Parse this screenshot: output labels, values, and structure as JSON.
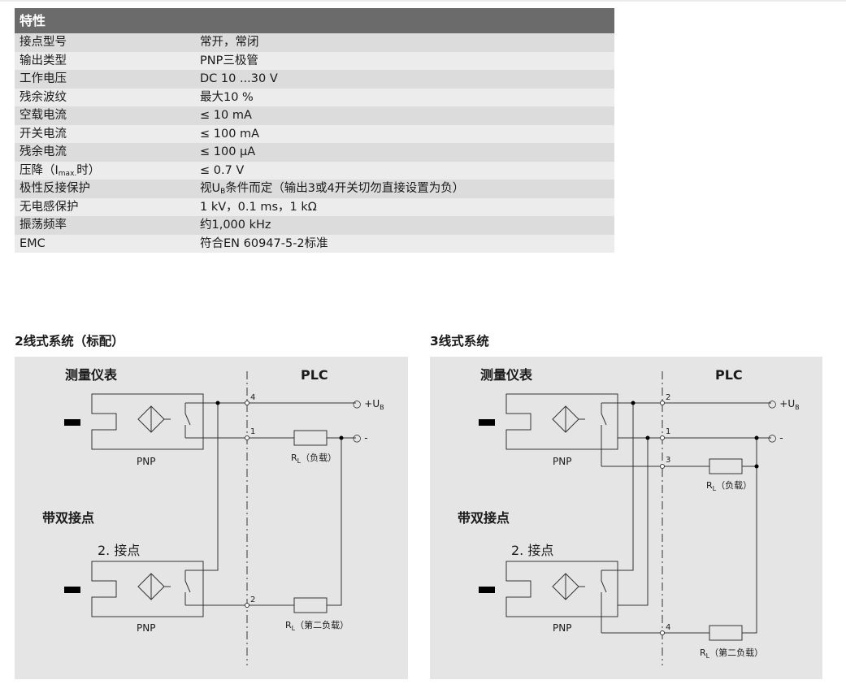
{
  "spec_table": {
    "title": "特性",
    "rows": [
      {
        "key": "接点型号",
        "value": "常开，常闭"
      },
      {
        "key": "输出类型",
        "value": "PNP三极管"
      },
      {
        "key": "工作电压",
        "value": "DC 10 ...30 V"
      },
      {
        "key": "残余波纹",
        "value": "最大10 %"
      },
      {
        "key": "空载电流",
        "value": "≤ 10 mA"
      },
      {
        "key": "开关电流",
        "value": "≤ 100 mA"
      },
      {
        "key": "残余电流",
        "value": "≤ 100 µA"
      },
      {
        "key_pre": "压降（I",
        "key_sub": "max.",
        "key_post": "时）",
        "value": "≤ 0.7 V"
      },
      {
        "key": "极性反接保护",
        "value_pre": "视U",
        "value_sub": "B",
        "value_post": "条件而定（输出3或4开关切勿直接设置为负）"
      },
      {
        "key": "无电感保护",
        "value": "1 kV，0.1 ms，1 kΩ"
      },
      {
        "key": "振荡频率",
        "value": "约1,000 kHz"
      },
      {
        "key": "EMC",
        "value": "符合EN 60947-5-2标准"
      }
    ]
  },
  "diagram_2wire": {
    "title": "2线式系统（标配）",
    "device_label": "测量仪表",
    "plc_label": "PLC",
    "dual_contact_label": "带双接点",
    "contact2_label": "2. 接点",
    "pnp_label": "PNP",
    "terminals": [
      "4",
      "1",
      "2"
    ],
    "plus_pre": "○ +U",
    "plus_sub": "B",
    "minus_label": "○ -",
    "load_pre": "R",
    "load_sub": "L",
    "load_post": "（负载）",
    "load2_post": "（第二负载）"
  },
  "diagram_3wire": {
    "title": "3线式系统",
    "device_label": "测量仪表",
    "plc_label": "PLC",
    "dual_contact_label": "带双接点",
    "contact2_label": "2. 接点",
    "pnp_label": "PNP",
    "terminals": [
      "2",
      "1",
      "3",
      "4"
    ],
    "plus_pre": "○ +U",
    "plus_sub": "B",
    "minus_label": "○ -",
    "load_pre": "R",
    "load_sub": "L",
    "load_post": "（负载）",
    "load2_post": "（第二负载）"
  }
}
